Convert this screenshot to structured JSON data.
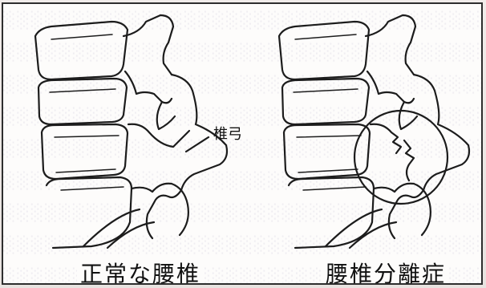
{
  "labels": {
    "vertebral_arch": "椎弓"
  },
  "captions": {
    "normal": "正常な腰椎",
    "spondylolysis": "腰椎分離症"
  }
}
